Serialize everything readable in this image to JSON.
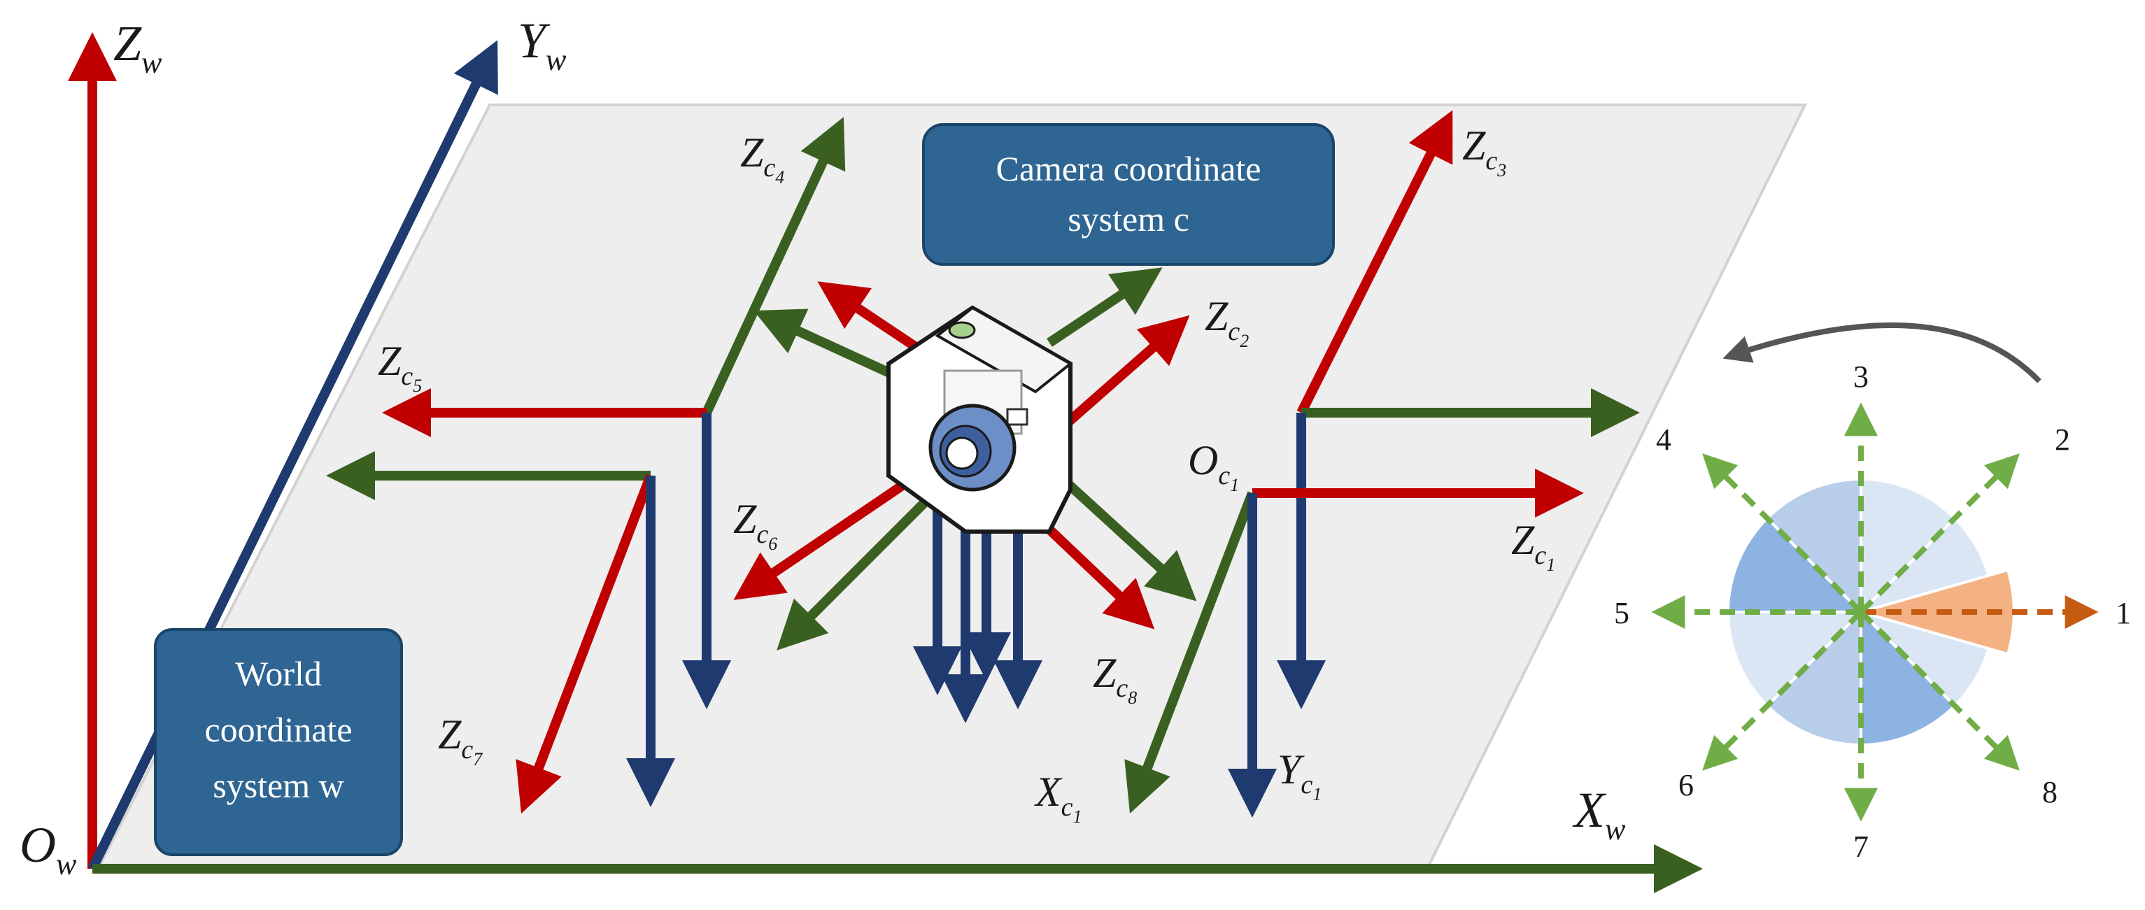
{
  "world_axes": {
    "z_label": "Z",
    "z_sub": "w",
    "y_label": "Y",
    "y_sub": "w",
    "x_label": "X",
    "x_sub": "w",
    "origin_label": "O",
    "origin_sub": "w"
  },
  "camera_box": {
    "line1": "Camera coordinate",
    "line2": "system c"
  },
  "world_box": {
    "line1": "World",
    "line2": "coordinate",
    "line3": "system w"
  },
  "frame_labels": {
    "zc1": {
      "main": "Z",
      "sub": "c",
      "subsub": "1"
    },
    "zc2": {
      "main": "Z",
      "sub": "c",
      "subsub": "2"
    },
    "zc3": {
      "main": "Z",
      "sub": "c",
      "subsub": "3"
    },
    "zc4": {
      "main": "Z",
      "sub": "c",
      "subsub": "4"
    },
    "zc5": {
      "main": "Z",
      "sub": "c",
      "subsub": "5"
    },
    "zc6": {
      "main": "Z",
      "sub": "c",
      "subsub": "6"
    },
    "zc7": {
      "main": "Z",
      "sub": "c",
      "subsub": "7"
    },
    "zc8": {
      "main": "Z",
      "sub": "c",
      "subsub": "8"
    },
    "oc1": {
      "main": "O",
      "sub": "c",
      "subsub": "1"
    },
    "xc1": {
      "main": "X",
      "sub": "c",
      "subsub": "1"
    },
    "yc1": {
      "main": "Y",
      "sub": "c",
      "subsub": "1"
    }
  },
  "direction_numbers": [
    "1",
    "2",
    "3",
    "4",
    "5",
    "6",
    "7",
    "8"
  ],
  "colors": {
    "red": "#c00000",
    "green": "#3a6021",
    "navy": "#1f3a6e",
    "plane": "#eeeeee",
    "box": "#2e6593",
    "dial_light": "#dbe6f4",
    "dial_mid": "#b7cde9",
    "dial_dark": "#8db3e2",
    "dial_highlight": "#f4b183",
    "dashed_green": "#70ad47",
    "dashed_orange": "#c55a11"
  }
}
